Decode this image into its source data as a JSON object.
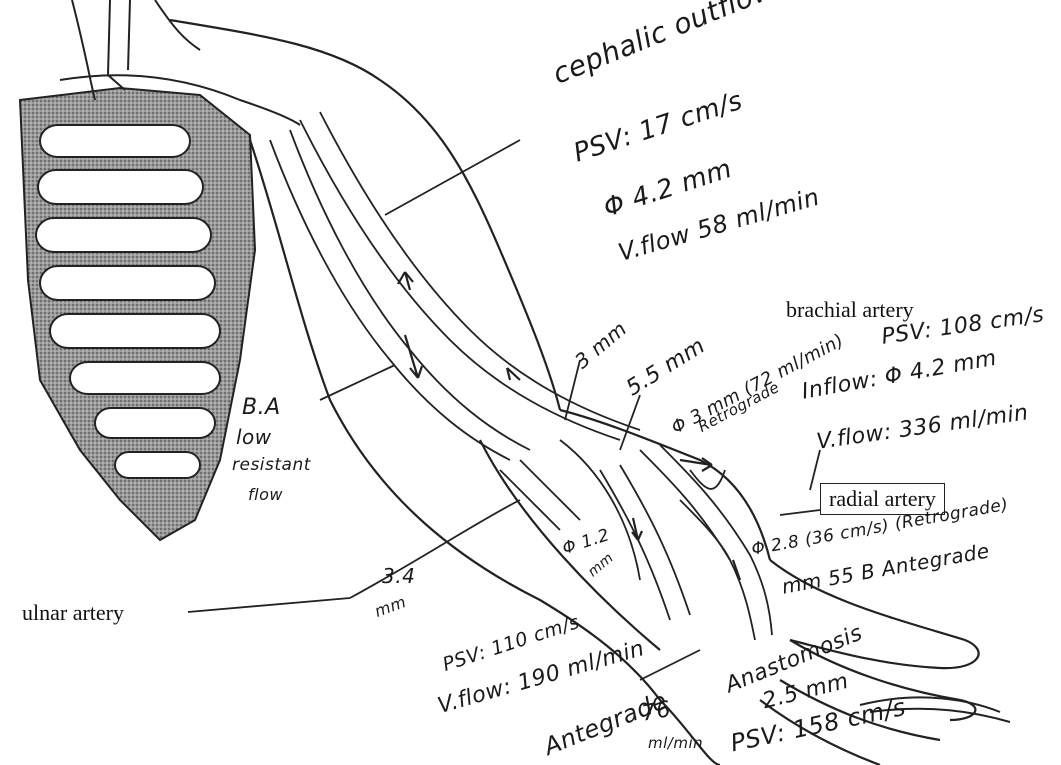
{
  "printed_labels": {
    "brachial_artery": "brachial artery",
    "radial_artery": "radial artery",
    "ulnar_artery": "ulnar artery"
  },
  "notes": {
    "cephalic": [
      "cephalic outflow",
      "PSV: 17 cm/s",
      "Φ 4.2 mm",
      "V.flow 58 ml/min"
    ],
    "brachial": [
      "PSV: 108 cm/s",
      "Inflow: Φ 4.2 mm",
      "V.flow: 336 ml/min"
    ],
    "ba_low_flow": [
      "B.A",
      "low",
      "resistant",
      "flow"
    ],
    "three_mm": "3 mm",
    "five_five_mm": "5.5 mm",
    "retrograde_3mm": [
      "Φ 3 mm (72 ml/min)",
      "Retrograde"
    ],
    "radial_note": [
      "Φ 2.8 (36 cm/s) (Retrograde)",
      "mm 55 B Antegrade"
    ],
    "ulnar_34": [
      "3.4",
      "mm"
    ],
    "ulnar_12": [
      "Φ 1.2",
      "mm"
    ],
    "psv_bottom": [
      "PSV: 110 cm/s",
      "V.flow: 190 ml/min"
    ],
    "antegrade_76": [
      "Antegrade",
      "76",
      "ml/min"
    ],
    "anastomosis": [
      "Anastomosis",
      "2.5 mm",
      "PSV: 158 cm/s"
    ]
  },
  "colors": {
    "ink": "#1a1a1a",
    "rib_shade": "#6e6e6e",
    "paper": "#ffffff"
  }
}
